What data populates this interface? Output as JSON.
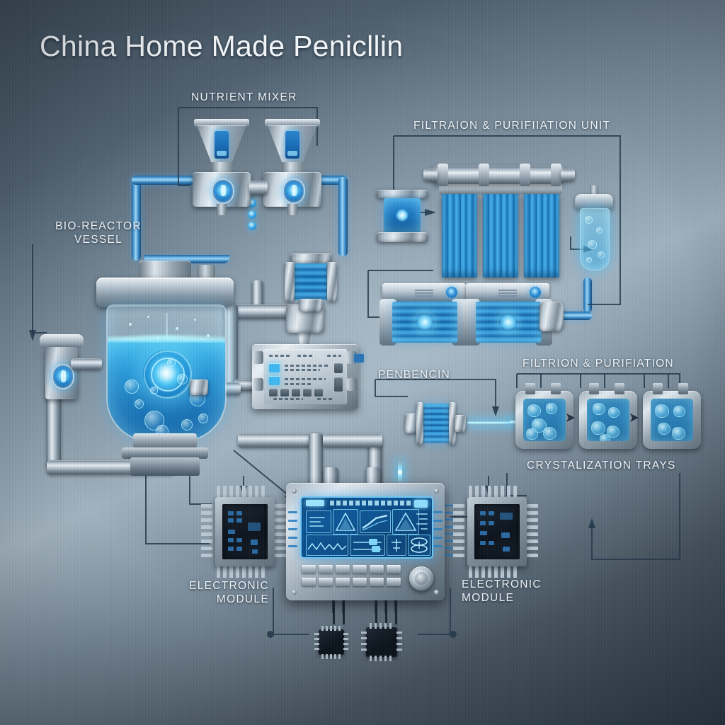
{
  "title": "China Home Made Penicllin",
  "labels": {
    "nutrient_mixer": "NUTRIENT MIXER",
    "filtration_unit_top": "FILTRAION & PURIFIIATION UNIT",
    "bioreactor": "BIO-REACTOR\nVESSEL",
    "penicillin": "PENBENCIN",
    "filtration_right": "FILTRION & PURIFIATION",
    "crystalization_trays": "CRYSTALIZATION TRAYS",
    "electronic_module_left": "ELECTRONIC\nMODULE",
    "electronic_module_right": "ELECTRONIC\nMODULE"
  },
  "colors": {
    "background_dark": "#36434f",
    "background_light": "#a9bac6",
    "background_navy": "#2c3947",
    "accent_cyan": "#3fb7f0",
    "accent_blue": "#1d7ec4",
    "glow": "#8fe4ff",
    "metal_light": "#e6edf2",
    "metal_mid": "#9aa9b5",
    "metal_dark": "#5d6d7a",
    "wire": "#24384b",
    "label_text": "#eef4f8"
  },
  "equipment": {
    "bioreactor": {
      "name": "Bio-reactor vessel",
      "vessel_type": "glass cylinder",
      "contents": "glowing cyan culture broth",
      "bubbles": 14
    },
    "nutrient_mixer": {
      "name": "Nutrient mixer",
      "hopper_count": 2,
      "valve_gauges": 2,
      "drip_indicators": 3
    },
    "filtration_unit": {
      "name": "Filtration & purification unit",
      "cartridge_count": 3,
      "canister_count": 1,
      "manifold": "horizontal steel"
    },
    "pumps": {
      "name": "Transfer pumps",
      "count": 2,
      "state": "glowing blue"
    },
    "crystalization_trays": {
      "name": "Crystalization trays",
      "count": 3,
      "arrows": 2
    },
    "control_panel": {
      "name": "Process control panel",
      "screen": "blue HUD display",
      "button_rows": 2,
      "buttons_per_row": 6,
      "knob_count": 1
    },
    "meter": {
      "name": "Flow meter module",
      "led_count": 2,
      "keypad_keys": 5
    },
    "chip_modules": {
      "name": "Electronic module",
      "large_chips": 2,
      "small_chips": 2
    },
    "left_valve": {
      "name": "Inlet valve",
      "gauge": 1
    }
  }
}
